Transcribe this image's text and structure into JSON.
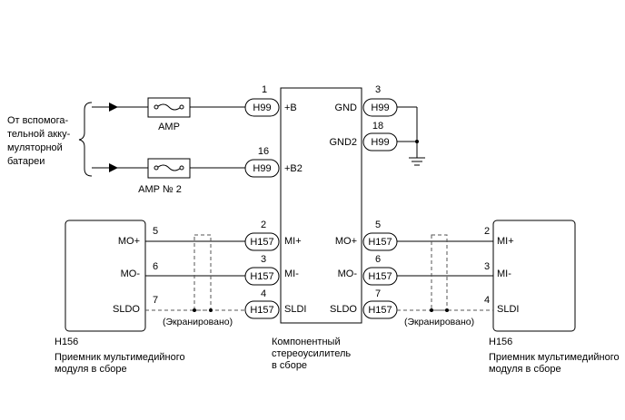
{
  "source_label": [
    "От вспомога-",
    "тельной акку-",
    "муляторной",
    "батареи"
  ],
  "fuses": {
    "amp": "AMP",
    "amp2": "AMP № 2"
  },
  "amplifier": {
    "caption": [
      "Компонентный",
      "стереоусилитель",
      "в сборе"
    ],
    "left_pins": [
      {
        "num": "1",
        "conn": "H99",
        "label": "+B"
      },
      {
        "num": "16",
        "conn": "H99",
        "label": "+B2"
      },
      {
        "num": "2",
        "conn": "H157",
        "label": "MI+"
      },
      {
        "num": "3",
        "conn": "H157",
        "label": "MI-"
      },
      {
        "num": "4",
        "conn": "H157",
        "label": "SLDI"
      }
    ],
    "right_pins": [
      {
        "num": "3",
        "conn": "H99",
        "label": "GND"
      },
      {
        "num": "18",
        "conn": "H99",
        "label": "GND2"
      },
      {
        "num": "5",
        "conn": "H157",
        "label": "MO+"
      },
      {
        "num": "6",
        "conn": "H157",
        "label": "MO-"
      },
      {
        "num": "7",
        "conn": "H157",
        "label": "SLDO"
      }
    ]
  },
  "left_module": {
    "connector": "H156",
    "caption": [
      "Приемник мультимедийного",
      "модуля в сборе"
    ],
    "pins": [
      {
        "num": "5",
        "label": "MO+"
      },
      {
        "num": "6",
        "label": "MO-"
      },
      {
        "num": "7",
        "label": "SLDO"
      }
    ]
  },
  "right_module": {
    "connector": "H156",
    "caption": [
      "Приемник мультимедийного",
      "модуля в сборе"
    ],
    "pins": [
      {
        "num": "2",
        "label": "MI+"
      },
      {
        "num": "3",
        "label": "MI-"
      },
      {
        "num": "4",
        "label": "SLDI"
      }
    ]
  },
  "shield_label": "(Экранировано)",
  "colors": {
    "line": "#000000",
    "shield": "#555555"
  }
}
